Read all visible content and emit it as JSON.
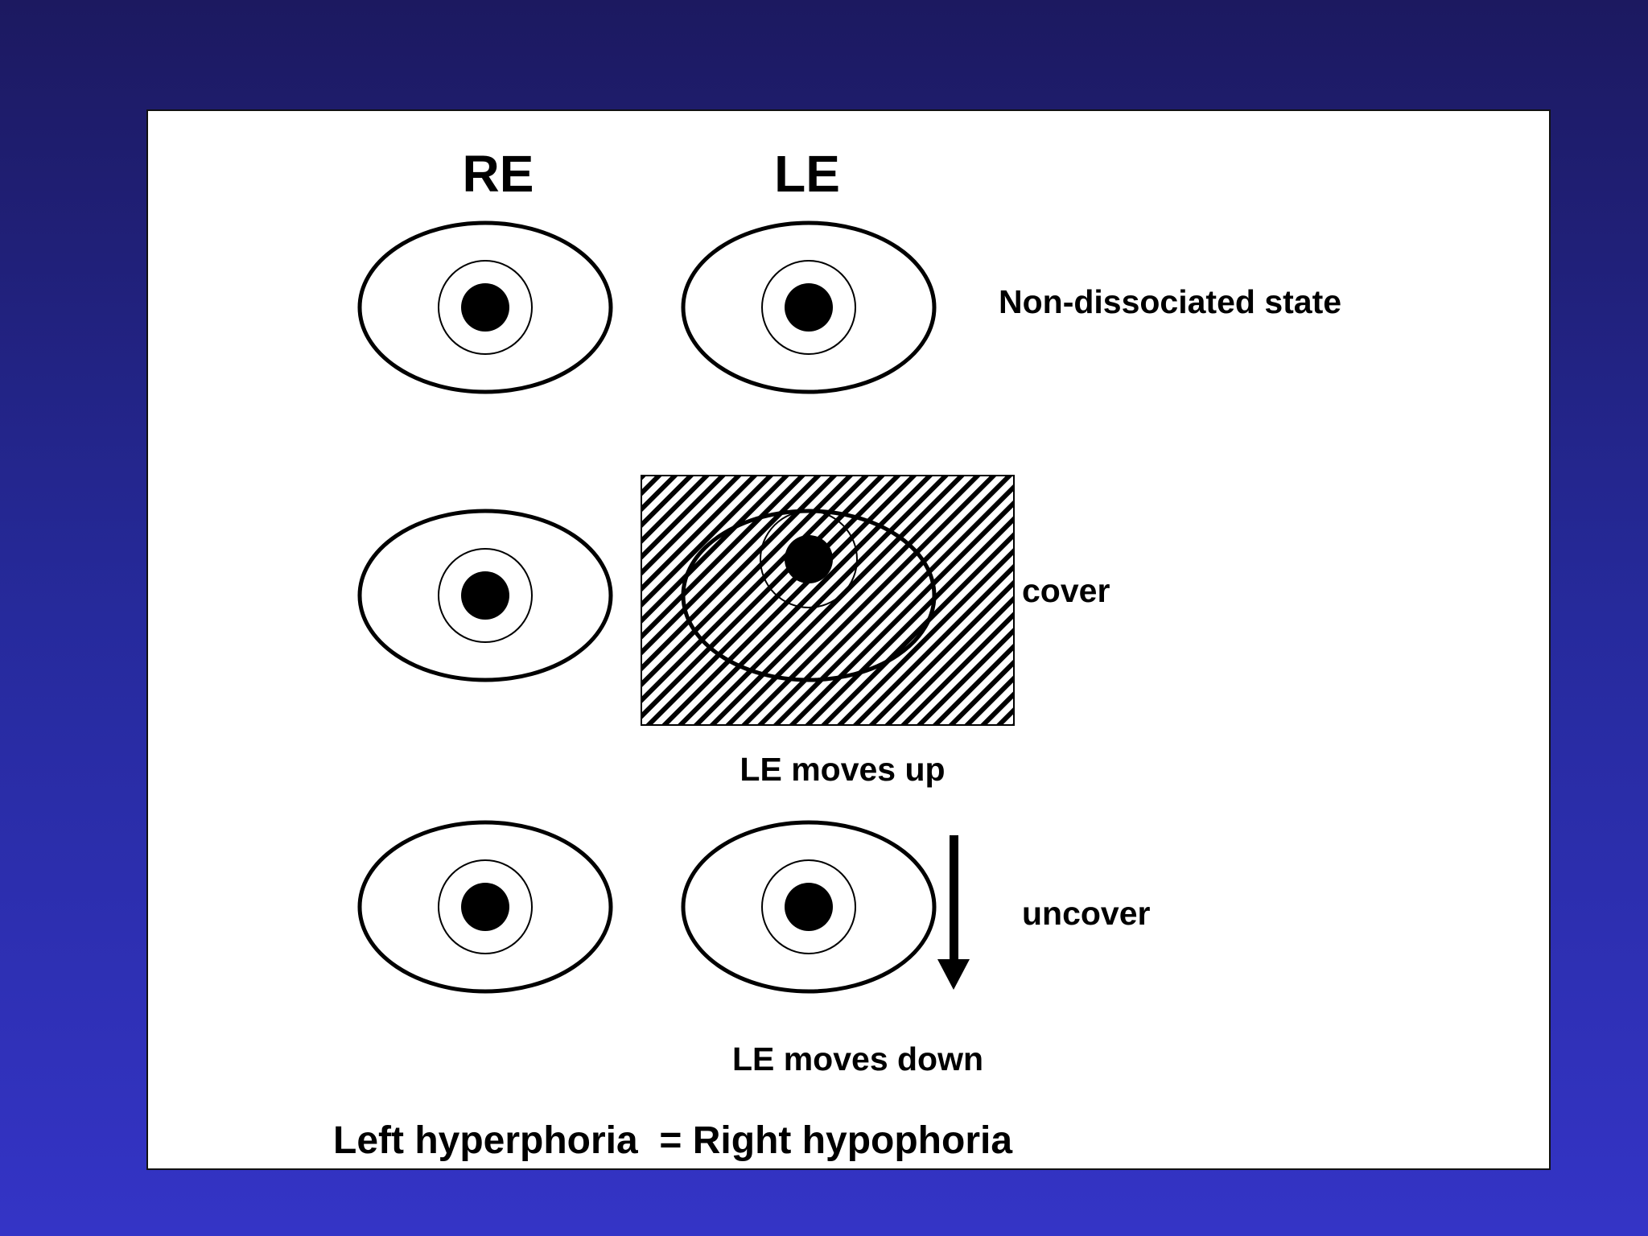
{
  "columns": {
    "right_eye": "RE",
    "left_eye": "LE"
  },
  "rows": [
    {
      "state": "Non-dissociated state",
      "caption": ""
    },
    {
      "state": "cover",
      "caption": "LE moves up"
    },
    {
      "state": "uncover",
      "caption": "LE moves down"
    }
  ],
  "conclusion": "Left hyperphoria  = Right hypophoria",
  "colors": {
    "background_top": "#1c1960",
    "background_bottom": "#3434c6",
    "panel": "#ffffff",
    "ink": "#000000"
  }
}
